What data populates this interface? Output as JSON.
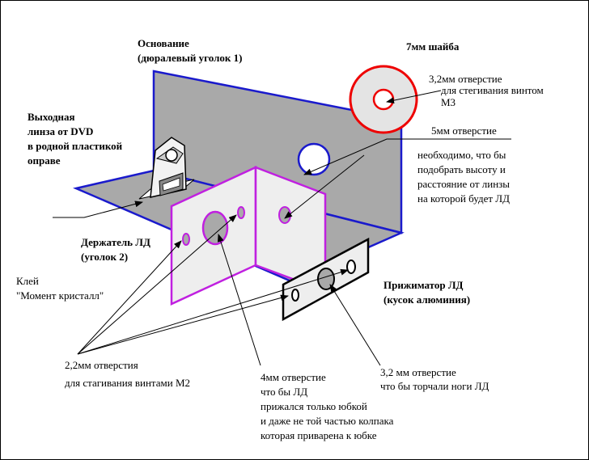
{
  "labels": {
    "base_l1": "Основание",
    "base_l2": "(дюралевый уголок 1)",
    "washer_title": "7мм шайба",
    "washer_hole_l1": "3,2мм отверстие",
    "washer_hole_l2": "для стегивания винтом",
    "washer_hole_l3": "М3",
    "lens_l1": "Выходная",
    "lens_l2": "линза от DVD",
    "lens_l3": "в родной пластикой",
    "lens_l4": "оправе",
    "hole5_l1": "5мм отверстие",
    "note_l1": "необходимо, что бы",
    "note_l2": "подобрать высоту и",
    "note_l3": "расстояние от линзы",
    "note_l4": "на которой будет ЛД",
    "holder_l1": "Держатель ЛД",
    "holder_l2": "(уголок 2)",
    "glue_l1": "Клей",
    "glue_l2": "\"Момент кристалл\"",
    "clamp_l1": "Прижиматор ЛД",
    "clamp_l2": "(кусок алюминия)",
    "holes22_l1": "2,2мм отверстия",
    "holes22_l2": "для стагивания винтами М2",
    "hole4_l1": "4мм отверстие",
    "hole4_l2": "что бы ЛД",
    "hole4_l3": "прижался только юбкой",
    "hole4_l4": "и даже не той частью колпака",
    "hole4_l5": "которая приварена к юбке",
    "hole32_l1": "3,2 мм отверстие",
    "hole32_l2": "что бы торчали ноги ЛД"
  },
  "colors": {
    "plate_fill": "#a9a9a9",
    "plate_edge": "#1a1acc",
    "holder_fill": "#eeeeee",
    "holder_edge": "#c020e0",
    "washer_fill": "#e4e4e4",
    "washer_edge": "#ee0000",
    "clamp_fill": "#eeeeee",
    "hole_fill": "#ffffff",
    "outline": "#000000"
  }
}
